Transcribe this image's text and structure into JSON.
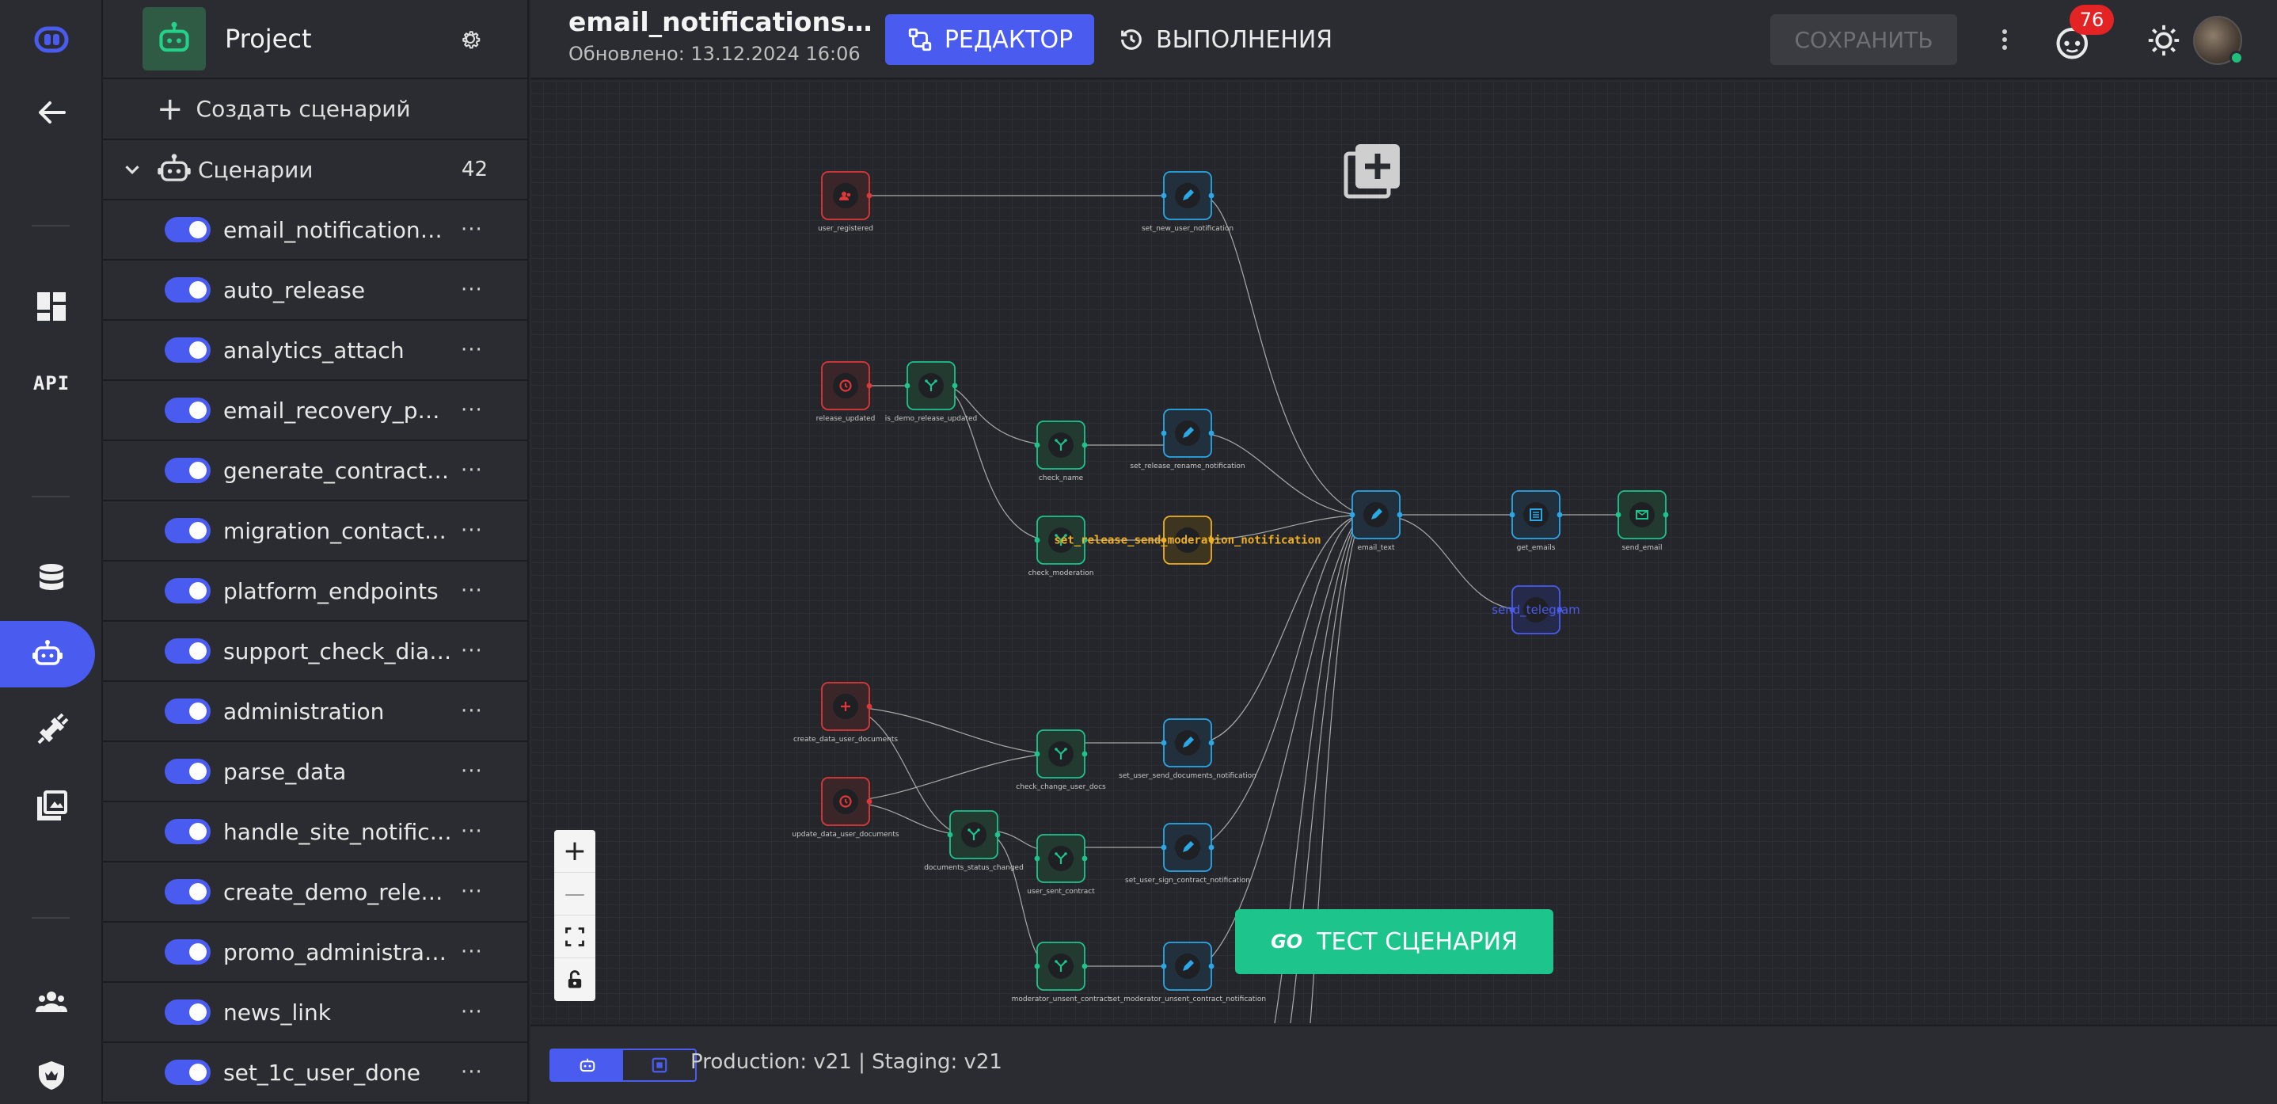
{
  "sidebar": {
    "project_name": "Project",
    "create_label": "Создать сценарий",
    "scenarios_label": "Сценарии",
    "scenarios_count": "42",
    "items": [
      {
        "name": "email_notifications_m..."
      },
      {
        "name": "auto_release"
      },
      {
        "name": "analytics_attach"
      },
      {
        "name": "email_recovery_pas..."
      },
      {
        "name": "generate_contract_id"
      },
      {
        "name": "migration_contact_id"
      },
      {
        "name": "platform_endpoints"
      },
      {
        "name": "support_check_dial..."
      },
      {
        "name": "administration"
      },
      {
        "name": "parse_data"
      },
      {
        "name": "handle_site_notifica..."
      },
      {
        "name": "create_demo_relea..."
      },
      {
        "name": "promo_administration"
      },
      {
        "name": "news_link"
      },
      {
        "name": "set_1c_user_done"
      }
    ],
    "more_symbol": "···"
  },
  "rail": {
    "api_label": "API"
  },
  "topbar": {
    "title": "email_notifications_m...",
    "updated": "Обновлено: 13.12.2024 16:06",
    "editor_label": "РЕДАКТОР",
    "runs_label": "ВЫПОЛНЕНИЯ",
    "save_label": "СОХРАНИТЬ",
    "notif_count": "76"
  },
  "canvas": {
    "test_label": "ТЕСТ СЦЕНАРИЯ",
    "test_go": "GO",
    "zoom_in": "+",
    "zoom_out": "—",
    "nodes": {
      "user_registered": "user_registered",
      "set_new_user_notification": "set_new_user_notification",
      "release_updated": "release_updated",
      "is_demo_release_updated": "is_demo_release_updated",
      "check_name": "check_name",
      "set_release_rename_notification": "set_release_rename_notification",
      "check_moderation": "check_moderation",
      "set_release_send_moderation_notification": "set_release_send_moderation_notification",
      "email_text": "email_text",
      "get_emails": "get_emails",
      "send_email": "send_email",
      "send_telegram": "send_telegram",
      "create_data_user_documents": "create_data_user_documents",
      "check_change_user_docs": "check_change_user_docs",
      "set_user_send_documents_notification": "set_user_send_documents_notification",
      "update_data_user_documents": "update_data_user_documents",
      "documents_status_changed": "documents_status_changed",
      "user_sent_contract": "user_sent_contract",
      "set_user_sign_contract_notification": "set_user_sign_contract_notification",
      "moderator_unsent_contract": "moderator_unsent_contract",
      "set_moderator_unsent_contract_notification": "set_moderator_unsent_contract_notification"
    }
  },
  "bottombar": {
    "version": "Production: v21 | Staging: v21"
  },
  "colors": {
    "accent": "#4a5cf0",
    "trigger": "#e03838",
    "condition": "#1dc48c",
    "action": "#2aa8e8",
    "code": "#f0b020",
    "test": "#1dc48c",
    "badge": "#e42424"
  }
}
